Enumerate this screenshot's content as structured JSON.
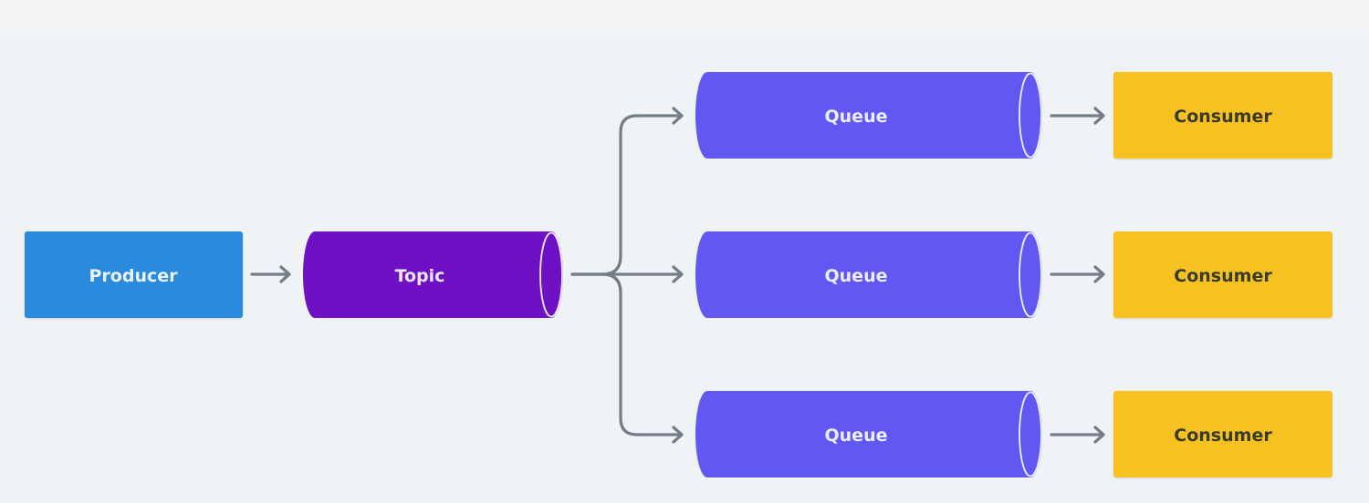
{
  "diagram": {
    "producer": {
      "label": "Producer"
    },
    "topic": {
      "label": "Topic"
    },
    "queues": [
      {
        "label": "Queue"
      },
      {
        "label": "Queue"
      },
      {
        "label": "Queue"
      }
    ],
    "consumers": [
      {
        "label": "Consumer"
      },
      {
        "label": "Consumer"
      },
      {
        "label": "Consumer"
      }
    ]
  },
  "colors": {
    "background": "#f0f3f6",
    "producer": "#2a8adb",
    "topic": "#6e10c4",
    "queue": "#6158f4",
    "consumer": "#f6c222",
    "arrow": "#737d87",
    "light_text": "#eaf0ff",
    "dark_text": "#3b3a2e"
  }
}
